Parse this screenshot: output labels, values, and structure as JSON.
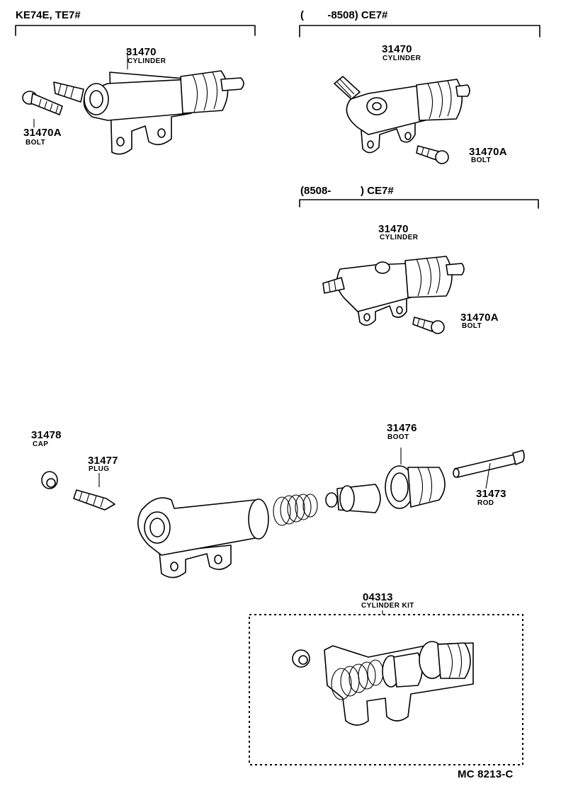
{
  "sections": {
    "top_left": "KE74E, TE7#",
    "top_right": "(        -8508) CE7#",
    "mid_right": "(8508-          ) CE7#"
  },
  "parts": {
    "cyl_a": {
      "number": "31470",
      "name": "CYLINDER"
    },
    "bolt_a": {
      "number": "31470A",
      "name": "BOLT"
    },
    "cyl_b": {
      "number": "31470",
      "name": "CYLINDER"
    },
    "bolt_b": {
      "number": "31470A",
      "name": "BOLT"
    },
    "cyl_c": {
      "number": "31470",
      "name": "CYLINDER"
    },
    "bolt_c": {
      "number": "31470A",
      "name": "BOLT"
    },
    "cap": {
      "number": "31478",
      "name": "CAP"
    },
    "plug": {
      "number": "31477",
      "name": "PLUG"
    },
    "boot": {
      "number": "31476",
      "name": "BOOT"
    },
    "rod": {
      "number": "31473",
      "name": "ROD"
    },
    "kit": {
      "number": "04313",
      "name": "CYLINDER KIT"
    }
  },
  "figure_code": "MC 8213-C"
}
